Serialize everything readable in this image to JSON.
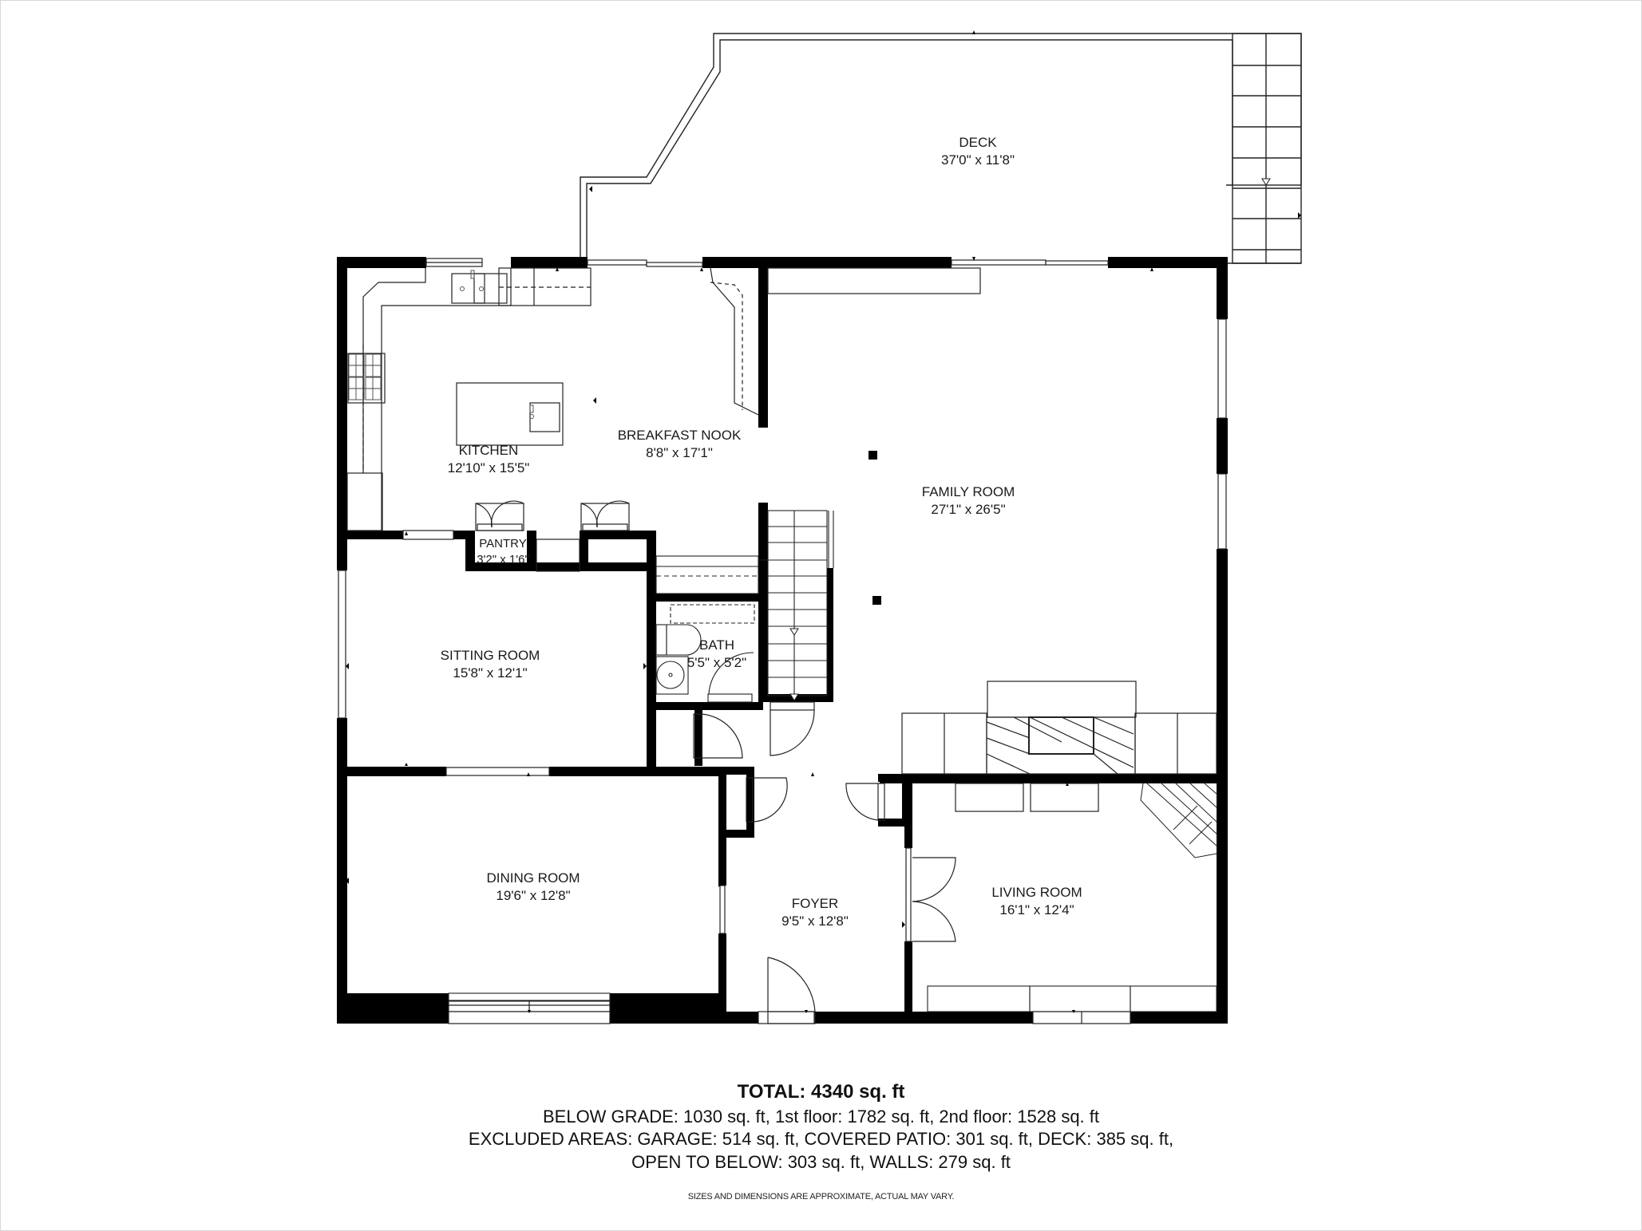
{
  "plan": {
    "rooms": [
      {
        "id": "deck",
        "name": "DECK",
        "dimensions": "37'0\" x 11'8\""
      },
      {
        "id": "kitchen",
        "name": "KITCHEN",
        "dimensions": "12'10\" x 15'5\""
      },
      {
        "id": "breakfast_nook",
        "name": "BREAKFAST NOOK",
        "dimensions": "8'8\" x 17'1\""
      },
      {
        "id": "family_room",
        "name": "FAMILY ROOM",
        "dimensions": "27'1\" x 26'5\""
      },
      {
        "id": "pantry",
        "name": "PANTRY",
        "dimensions": "3'2\" x 1'6\""
      },
      {
        "id": "sitting_room",
        "name": "SITTING ROOM",
        "dimensions": "15'8\" x 12'1\""
      },
      {
        "id": "bath",
        "name": "BATH",
        "dimensions": "5'5\" x 5'2\""
      },
      {
        "id": "dining_room",
        "name": "DINING ROOM",
        "dimensions": "19'6\" x 12'8\""
      },
      {
        "id": "foyer",
        "name": "FOYER",
        "dimensions": "9'5\" x 12'8\""
      },
      {
        "id": "living_room",
        "name": "LIVING ROOM",
        "dimensions": "16'1\" x 12'4\""
      }
    ],
    "colors": {
      "wall": "#000000",
      "line": "#222222",
      "background": "#ffffff",
      "text": "#1a1a1a"
    }
  },
  "summary": {
    "total": "TOTAL: 4340 sq. ft",
    "line1": "BELOW GRADE: 1030 sq. ft, 1st floor: 1782 sq. ft, 2nd floor: 1528 sq. ft",
    "line2": "EXCLUDED AREAS: GARAGE: 514 sq. ft, COVERED PATIO: 301 sq. ft, DECK: 385 sq. ft,",
    "line3": "OPEN TO BELOW: 303 sq. ft, WALLS: 279 sq. ft",
    "disclaimer": "SIZES AND DIMENSIONS ARE APPROXIMATE, ACTUAL MAY VARY."
  }
}
